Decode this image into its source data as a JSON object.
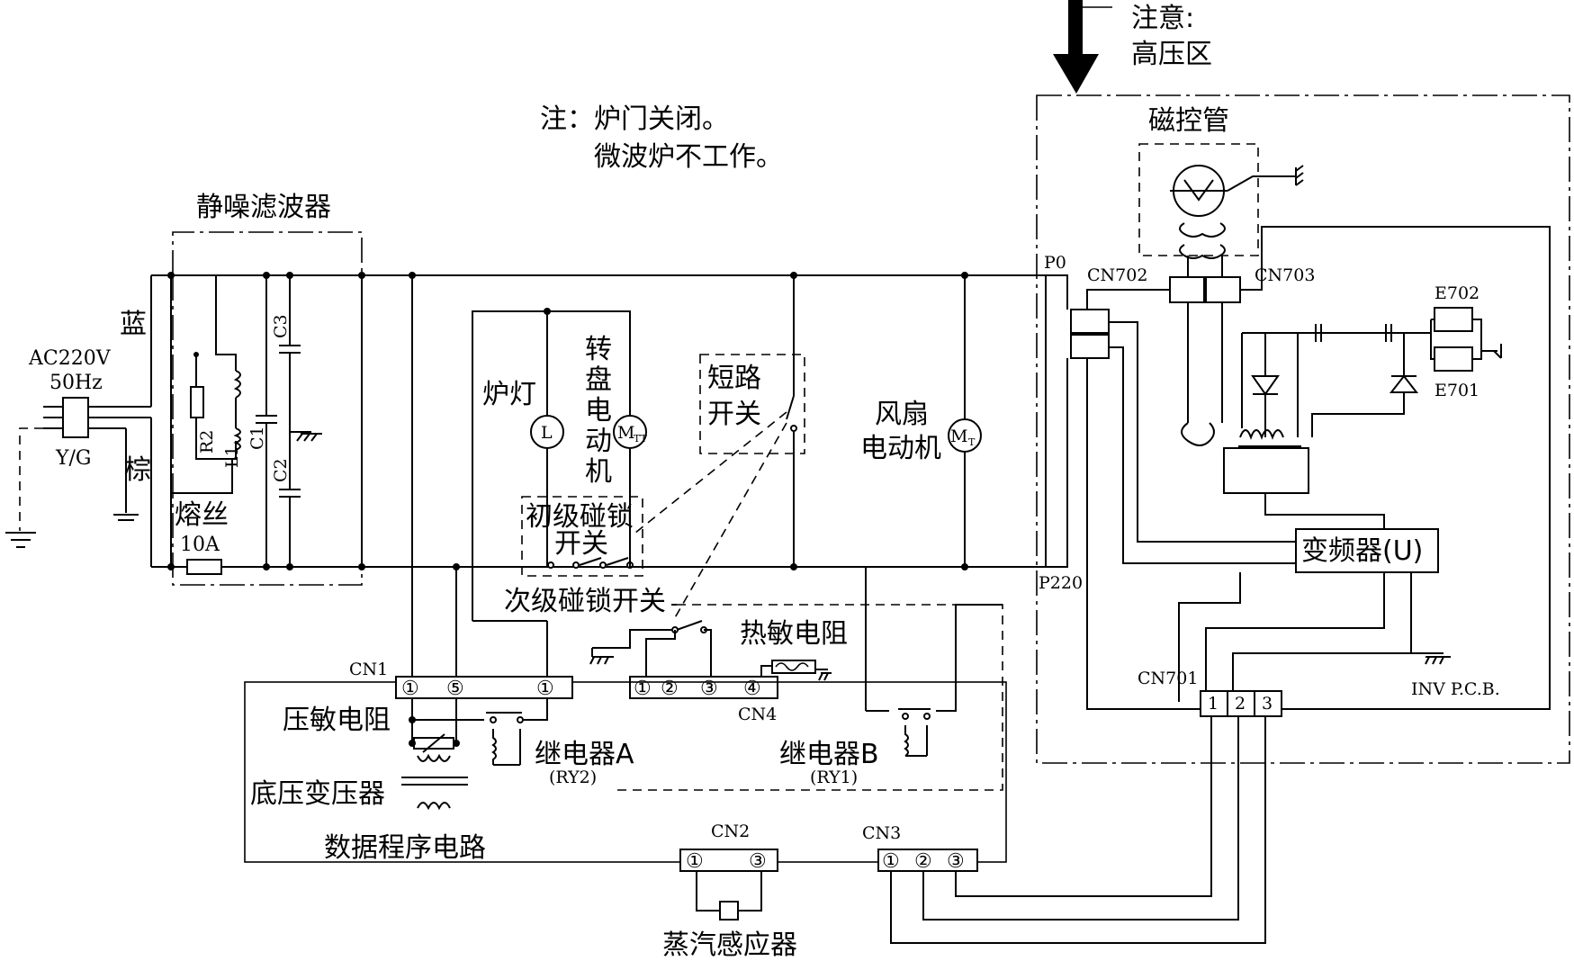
{
  "warning": {
    "line1": "注意:",
    "line2": "高压区"
  },
  "note": {
    "line1": "注：炉门关闭。",
    "line2": "微波炉不工作。"
  },
  "labels": {
    "noise_filter": "静噪滤波器",
    "blue": "蓝",
    "ac_voltage": "AC220V",
    "ac_freq": "50Hz",
    "yg": "Y/G",
    "brown": "棕",
    "fuse_line1": "熔丝",
    "fuse_line2": "10A",
    "r2": "R2",
    "l1": "L1",
    "c1": "C1",
    "c2": "C2",
    "c3": "C3",
    "oven_lamp": "炉灯",
    "lamp_symbol": "L",
    "turntable_motor": [
      "转",
      "盘",
      "电",
      "动",
      "机"
    ],
    "turntable_symbol": "M",
    "turntable_sub": "TT",
    "short_switch_line1": "短路",
    "short_switch_line2": "开关",
    "fan_motor_line1": "风扇",
    "fan_motor_line2": "电动机",
    "fan_symbol": "M",
    "fan_sub": "T",
    "primary_interlock_line1": "初级碰锁",
    "primary_interlock_line2": "开关",
    "secondary_interlock": "次级碰锁开关",
    "thermistor": "热敏电阻",
    "varistor": "压敏电阻",
    "transformer": "底压变压器",
    "data_circuit": "数据程序电路",
    "relay_a": "继电器A",
    "relay_a_code": "(RY2)",
    "relay_b": "继电器B",
    "relay_b_code": "(RY1)",
    "steam_sensor": "蒸汽感应器",
    "magnetron": "磁控管",
    "inverter": "变频器(U)",
    "inv_pcb": "INV P.C.B.",
    "p0": "P0",
    "p220": "P220",
    "e701": "E701",
    "e702": "E702"
  },
  "connectors": {
    "cn1": {
      "name": "CN1",
      "pins": [
        "①",
        "⑤",
        "①"
      ]
    },
    "cn2": {
      "name": "CN2",
      "pins": [
        "①",
        "③"
      ]
    },
    "cn3": {
      "name": "CN3",
      "pins": [
        "①",
        "②",
        "③"
      ]
    },
    "cn4": {
      "name": "CN4",
      "pins": [
        "①",
        "②",
        "③",
        "④"
      ]
    },
    "cn701": {
      "name": "CN701",
      "pins": [
        "1",
        "2",
        "3"
      ]
    },
    "cn702": {
      "name": "CN702"
    },
    "cn703": {
      "name": "CN703"
    }
  }
}
